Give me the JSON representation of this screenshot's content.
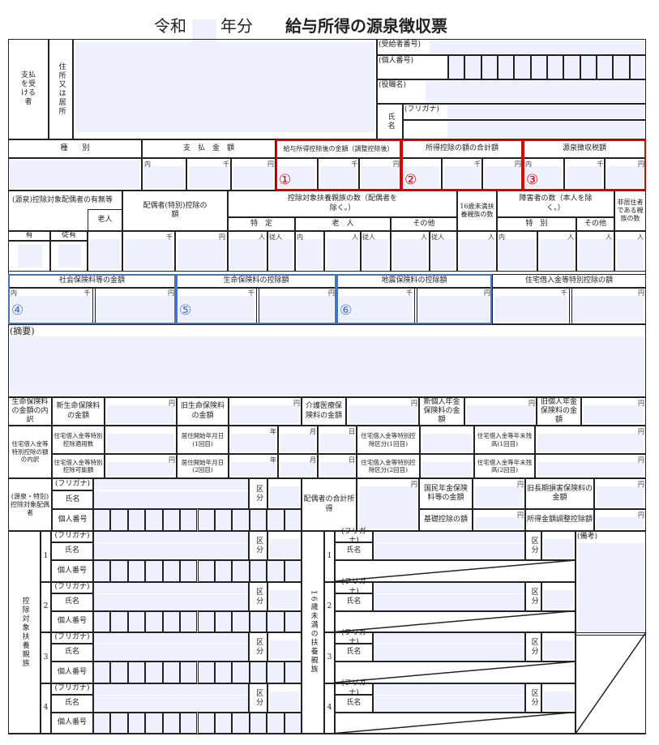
{
  "title": {
    "era": "令和",
    "year_unit": "年分",
    "main": "給与所得の源泉徴収票"
  },
  "units": {
    "uchi": "内",
    "sen": "千",
    "en": "円",
    "nin": "人",
    "ju_nin": "従人",
    "nen": "年",
    "tsuki": "月",
    "hi": "日"
  },
  "recipient": {
    "label": "支払を受ける者",
    "address_label": "住所又は居所",
    "recipient_no": "(受給者番号)",
    "my_number": "(個人番号)",
    "position": "(役職名)",
    "name_label": "氏名",
    "furigana": "(フリガナ)"
  },
  "amounts": {
    "type": "種　　別",
    "payment": "支　払　金　額",
    "after_deduction": "給与所得控除後の金額（調整控除後）",
    "total_deduction": "所得控除の額の合計額",
    "tax": "源泉徴収税額"
  },
  "markers": {
    "m1": "①",
    "m2": "②",
    "m3": "③",
    "m4": "④",
    "m5": "⑤",
    "m6": "⑥"
  },
  "counts": {
    "spouse_status": "(源泉)控除対象配偶者の有無等",
    "elderly": "老人",
    "spouse_deduction": "配偶者(特別)控除の額",
    "dependents": "控除対象扶養親族の数（配偶者を除く。）",
    "specific": "特　定",
    "elderly2": "老　人",
    "other": "その他",
    "under16": "16歳未満扶養親族の数",
    "disabled": "障害者の数（本人を除く。）",
    "special": "特　別",
    "other2": "その他",
    "nonresident": "非居住者である親族の数",
    "yes": "有",
    "ju_yes": "従有"
  },
  "insurance": {
    "social": "社会保険料等の金額",
    "life": "生命保険料の控除額",
    "earthquake": "地震保険料の控除額",
    "housing": "住宅借入金等特別控除の額"
  },
  "remarks": {
    "label": "(摘要)"
  },
  "life_breakdown": {
    "label": "生命保険料の金額の内訳",
    "new_life": "新生命保険料の金額",
    "old_life": "旧生命保険料の金額",
    "care": "介護医療保険料の金額",
    "new_pension": "新個人年金保険料の金額",
    "old_pension": "旧個人年金保険料の金額"
  },
  "housing_breakdown": {
    "label": "住宅借入金等特別控除の額の内訳",
    "applicable_count": "住宅借入金等特別控除適用数",
    "possible_amount": "住宅借入金等特別控除可能額",
    "start_date_1": "居住開始年月日(1回目)",
    "start_date_2": "居住開始年月日(2回目)",
    "category_1": "住宅借入金等特別控除区分(1回目)",
    "category_2": "住宅借入金等特別控除区分(2回目)",
    "balance_1": "住宅借入金等年末残高(1回目)",
    "balance_2": "住宅借入金等年末残高(2回目)"
  },
  "spouse": {
    "label": "(源泉・特別)控除対象配偶者",
    "furigana": "(フリガナ)",
    "name": "氏名",
    "my_number": "個人番号",
    "category": "区分",
    "total_income": "配偶者の合計所得",
    "national_pension": "国民年金保険料等の金額",
    "old_longterm": "旧長期損害保険料の金額",
    "basic_deduction": "基礎控除の額",
    "income_adjustment": "所得金額調整控除額"
  },
  "dependents": {
    "label": "控除対象扶養親族",
    "under16_label": "16歳未満の扶養親族",
    "furigana": "(フリガナ)",
    "name": "氏名",
    "my_number": "個人番号",
    "category": "区分",
    "numbers": [
      "1",
      "2",
      "3",
      "4"
    ],
    "notes": "(備考)"
  }
}
